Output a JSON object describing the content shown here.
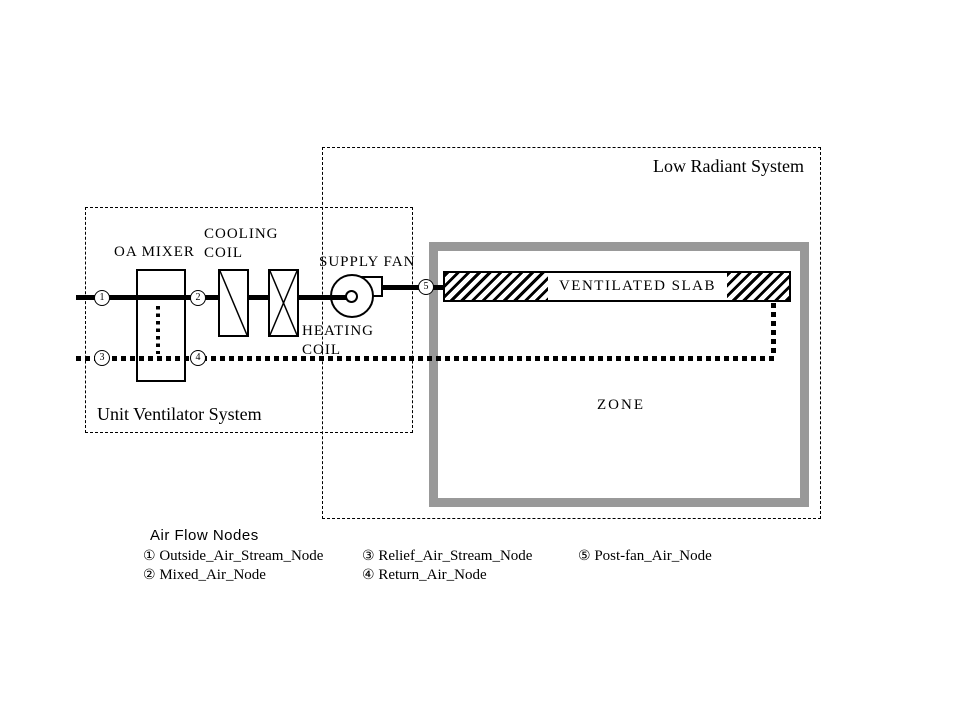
{
  "systems": {
    "low_radiant": "Low Radiant System",
    "unit_ventilator": "Unit Ventilator System"
  },
  "components": {
    "oa_mixer": "OA MIXER",
    "cooling_coil": [
      "COOLING",
      "COIL"
    ],
    "supply_fan": "SUPPLY FAN",
    "heating_coil": [
      "HEATING",
      "COIL"
    ],
    "ventilated_slab": "VENTILATED SLAB",
    "zone": "ZONE"
  },
  "nodes": [
    {
      "num": "1",
      "name": "Outside_Air_Stream_Node"
    },
    {
      "num": "2",
      "name": "Mixed_Air_Node"
    },
    {
      "num": "3",
      "name": "Relief_Air_Stream_Node"
    },
    {
      "num": "4",
      "name": "Return_Air_Node"
    },
    {
      "num": "5",
      "name": "Post-fan_Air_Node"
    }
  ],
  "legend": {
    "title": "Air Flow Nodes",
    "entries": [
      {
        "symbol": "①",
        "label": "Outside_Air_Stream_Node"
      },
      {
        "symbol": "②",
        "label": "Mixed_Air_Node"
      },
      {
        "symbol": "③",
        "label": "Relief_Air_Stream_Node"
      },
      {
        "symbol": "④",
        "label": "Return_Air_Node"
      },
      {
        "symbol": "⑤",
        "label": "Post-fan_Air_Node"
      }
    ]
  },
  "colors": {
    "zone_wall_gray": "#999999",
    "line_black": "#000000",
    "background": "#ffffff"
  }
}
